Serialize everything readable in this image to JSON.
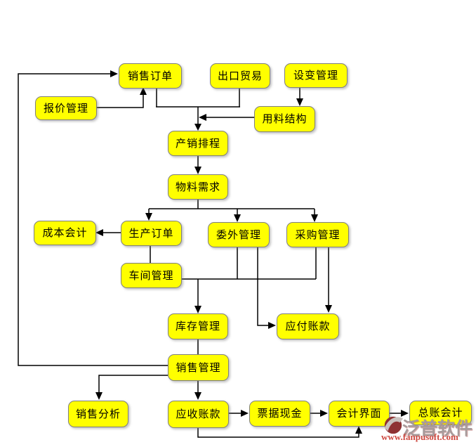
{
  "nodes": {
    "quotation": {
      "label": "报价管理"
    },
    "sales_order": {
      "label": "销售订单"
    },
    "export_trade": {
      "label": "出口贸易"
    },
    "design_change": {
      "label": "设变管理"
    },
    "material_structure": {
      "label": "用料结构"
    },
    "prod_sched": {
      "label": "产销排程"
    },
    "material_req": {
      "label": "物料需求"
    },
    "cost_accounting": {
      "label": "成本会计"
    },
    "prod_order": {
      "label": "生产订单"
    },
    "outsourcing": {
      "label": "委外管理"
    },
    "purchasing": {
      "label": "采购管理"
    },
    "workshop": {
      "label": "车间管理"
    },
    "inventory": {
      "label": "库存管理"
    },
    "payable": {
      "label": "应付账款"
    },
    "sales_mgmt": {
      "label": "销售管理"
    },
    "sales_analysis": {
      "label": "销售分析"
    },
    "receivable": {
      "label": "应收账款"
    },
    "notes_cash": {
      "label": "票据现金"
    },
    "acct_interface": {
      "label": "会计界面"
    },
    "general_ledger": {
      "label": "总账会计"
    }
  },
  "edges": [
    {
      "from": "quotation",
      "to": "sales_order"
    },
    {
      "from": "sales_mgmt",
      "to": "sales_order"
    },
    {
      "from": "sales_order",
      "to": "prod_sched"
    },
    {
      "from": "export_trade",
      "to": "prod_sched"
    },
    {
      "from": "material_structure",
      "to": "prod_sched"
    },
    {
      "from": "design_change",
      "to": "material_structure"
    },
    {
      "from": "prod_sched",
      "to": "material_req"
    },
    {
      "from": "material_req",
      "to": "prod_order"
    },
    {
      "from": "material_req",
      "to": "outsourcing"
    },
    {
      "from": "material_req",
      "to": "purchasing"
    },
    {
      "from": "prod_order",
      "to": "cost_accounting"
    },
    {
      "from": "prod_order",
      "to": "workshop"
    },
    {
      "from": "workshop",
      "to": "inventory"
    },
    {
      "from": "outsourcing",
      "to": "inventory"
    },
    {
      "from": "purchasing",
      "to": "inventory"
    },
    {
      "from": "outsourcing",
      "to": "payable"
    },
    {
      "from": "purchasing",
      "to": "payable"
    },
    {
      "from": "inventory",
      "to": "sales_mgmt"
    },
    {
      "from": "sales_mgmt",
      "to": "sales_analysis"
    },
    {
      "from": "sales_mgmt",
      "to": "receivable"
    },
    {
      "from": "receivable",
      "to": "notes_cash"
    },
    {
      "from": "notes_cash",
      "to": "acct_interface"
    },
    {
      "from": "acct_interface",
      "to": "general_ledger"
    },
    {
      "from": "receivable",
      "to": "acct_interface"
    }
  ],
  "watermark": {
    "brand": "泛普软件",
    "url": "www.fanpusoft.com",
    "brand_color": "#a79b9b",
    "url_color": "#ce4a41",
    "logo_color": "#8e3233"
  },
  "colors": {
    "node_fill": "#ffff00",
    "node_border": "#7f7f7f",
    "connector": "#000000",
    "background": "#ffffff"
  }
}
